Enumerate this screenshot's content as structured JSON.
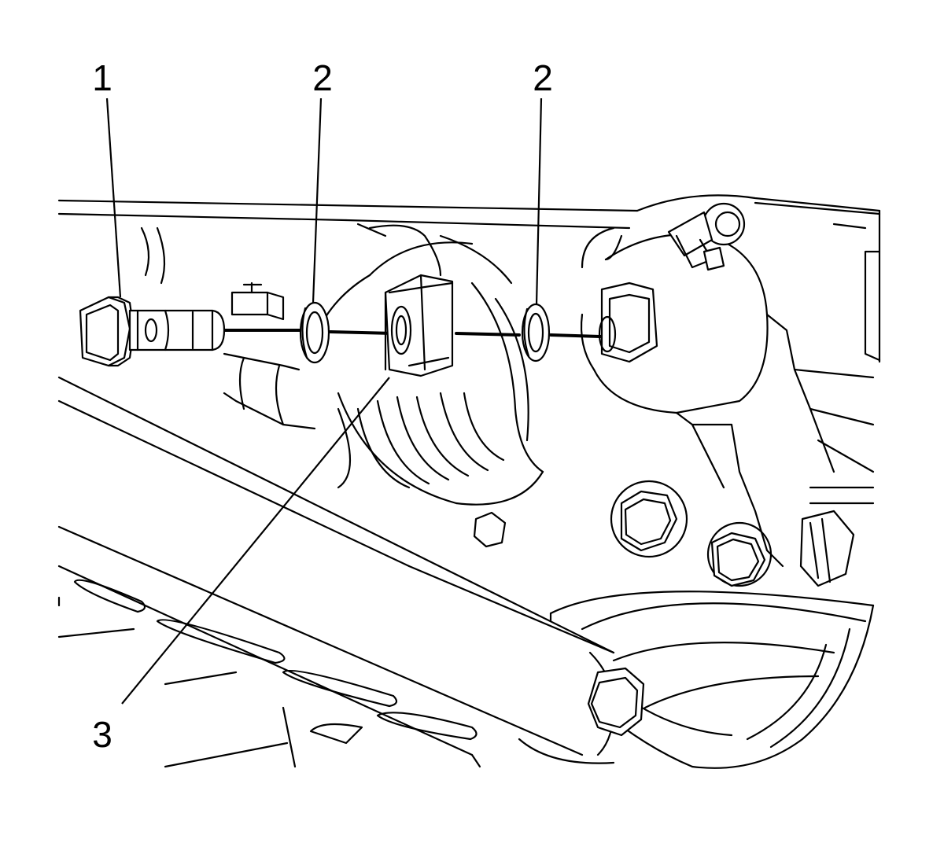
{
  "callouts": [
    {
      "id": "1",
      "label": "1"
    },
    {
      "id": "2a",
      "label": "2"
    },
    {
      "id": "2b",
      "label": "2"
    },
    {
      "id": "3",
      "label": "3"
    }
  ]
}
